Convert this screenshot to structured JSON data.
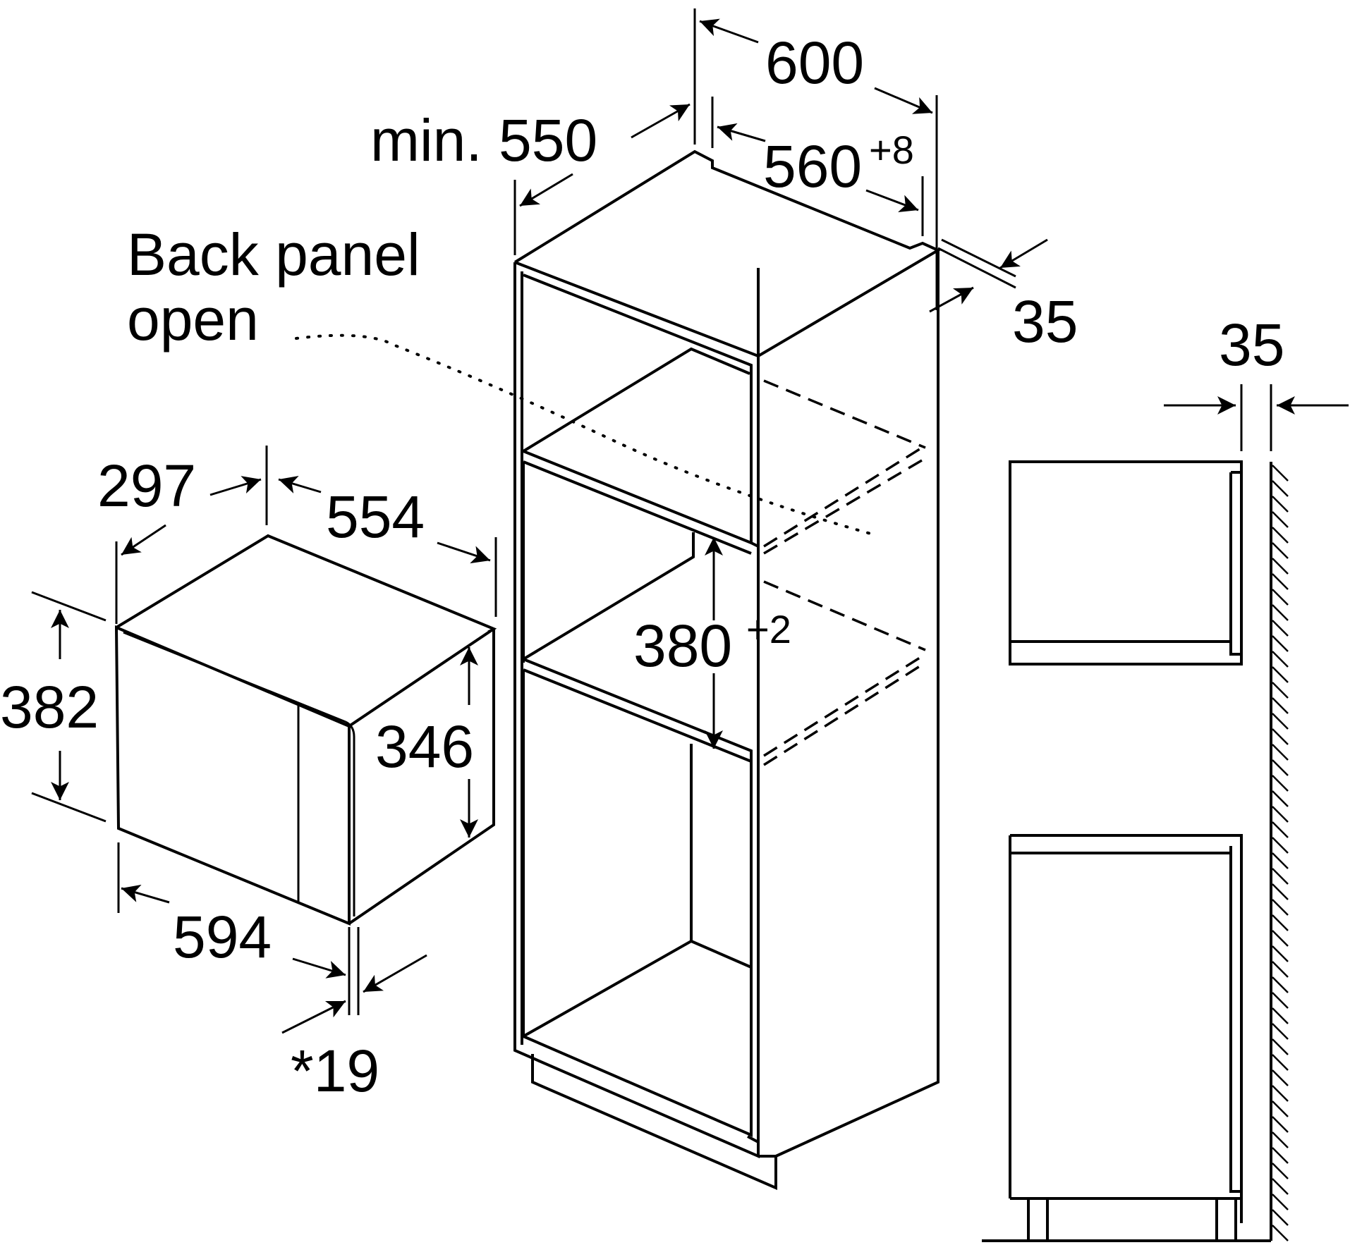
{
  "labels": {
    "back_panel_line1": "Back panel",
    "back_panel_line2": "open",
    "min_550": "min. 550",
    "d600": "600",
    "d560": "560",
    "d560_sup": "+8",
    "d35_top": "35",
    "d35_side": "35",
    "d380": "380",
    "d380_sup": "+2",
    "d297": "297",
    "d554": "554",
    "d382": "382",
    "d346": "346",
    "d594": "594",
    "d19": "*19"
  }
}
